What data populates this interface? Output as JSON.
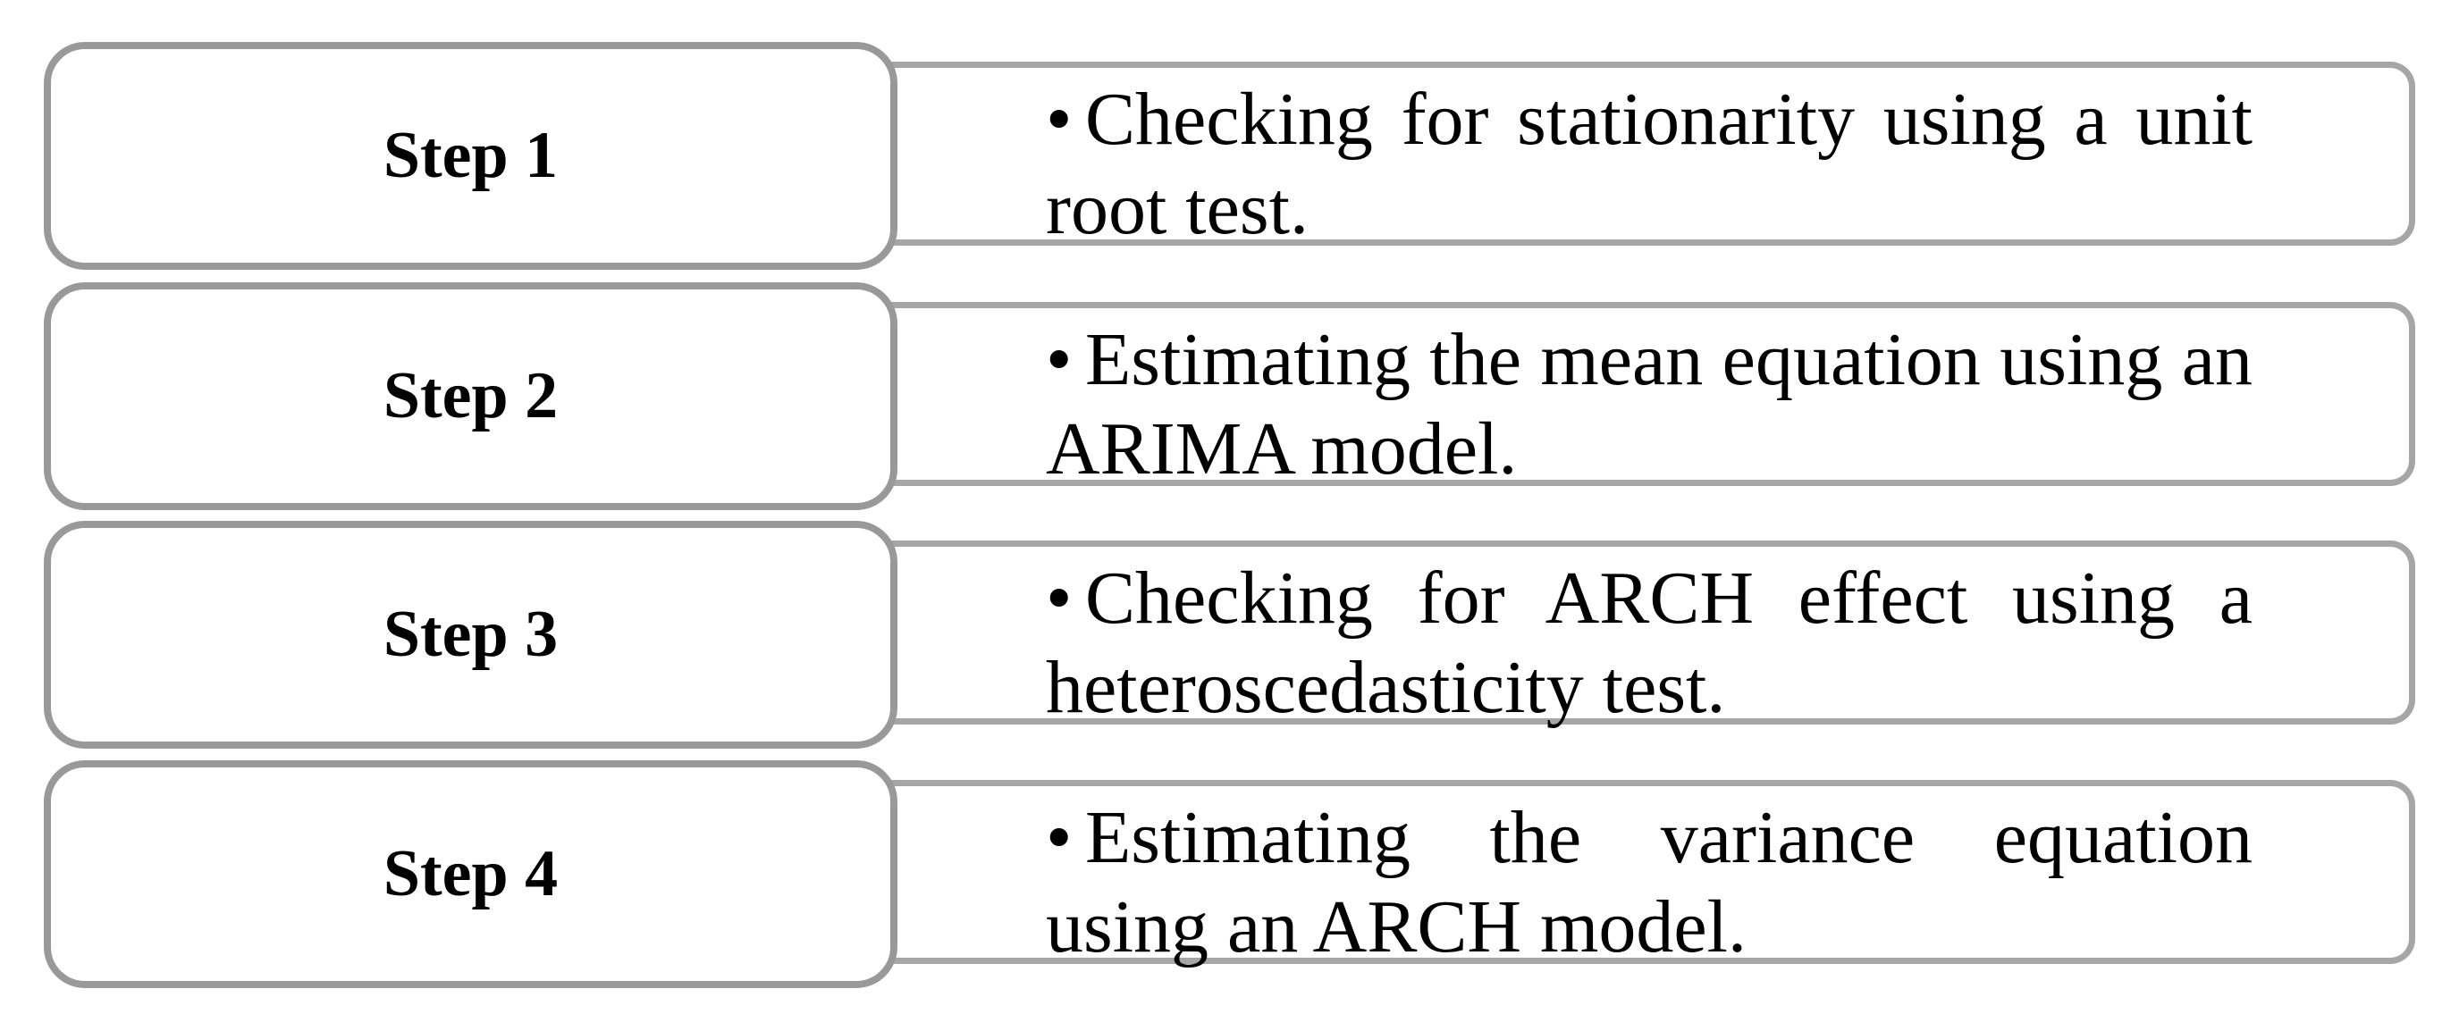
{
  "steps": [
    {
      "label": "Step 1",
      "text": "Checking for stationarity using a unit root test."
    },
    {
      "label": "Step 2",
      "text": "Estimating the mean equation using an ARIMA model."
    },
    {
      "label": "Step 3",
      "text": "Checking for ARCH effect using a heteroscedasticity test."
    },
    {
      "label": "Step 4",
      "text": "Estimating the variance equation using an ARCH model."
    }
  ],
  "bullet": "•",
  "colors": {
    "border": "#999999",
    "text": "#000000"
  }
}
